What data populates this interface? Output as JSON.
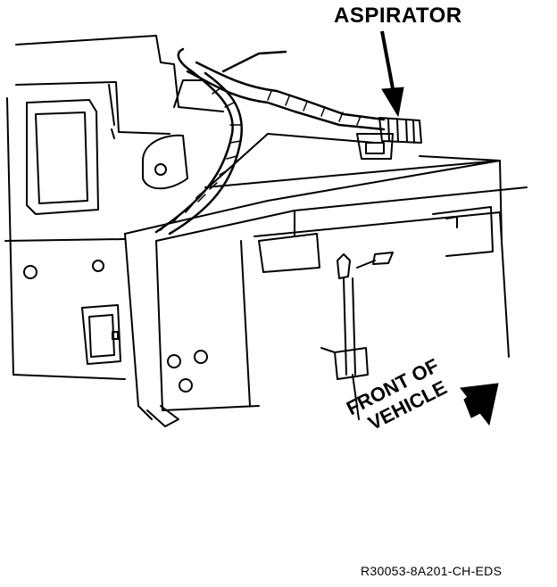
{
  "figure": {
    "callout_label": "ASPIRATOR",
    "direction_label_line1": "FRONT OF",
    "direction_label_line2": "VEHICLE",
    "reference_code": "R30053-8A201-CH-EDS"
  },
  "colors": {
    "ink": "#000000",
    "paper": "#ffffff"
  }
}
